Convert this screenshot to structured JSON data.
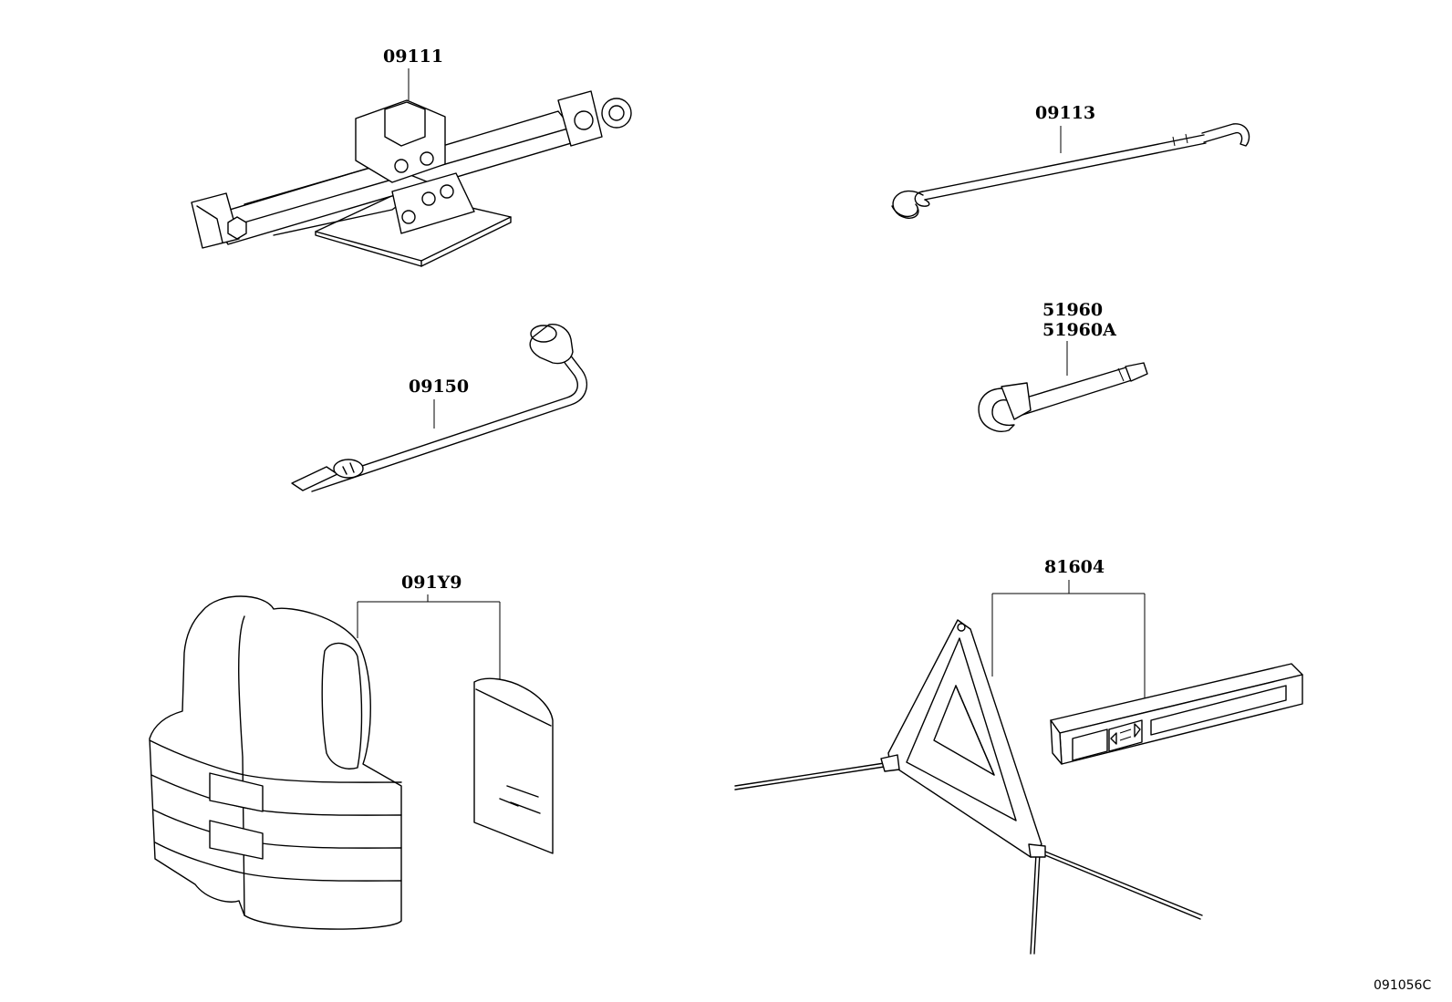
{
  "parts": [
    {
      "id": "jack",
      "label": "09111",
      "icon": "scissor-jack"
    },
    {
      "id": "jack_handle",
      "label": "09113",
      "icon": "jack-handle"
    },
    {
      "id": "lug_wrench",
      "label": "09150",
      "icon": "lug-wrench"
    },
    {
      "id": "towing_eye",
      "label": "51960",
      "label2": "51960A",
      "icon": "towing-eye"
    },
    {
      "id": "vest_kit",
      "label": "091Y9",
      "icon": "safety-vest"
    },
    {
      "id": "warning_triangle",
      "label": "81604",
      "icon": "warning-triangle"
    }
  ],
  "diagram_code": "091056C"
}
